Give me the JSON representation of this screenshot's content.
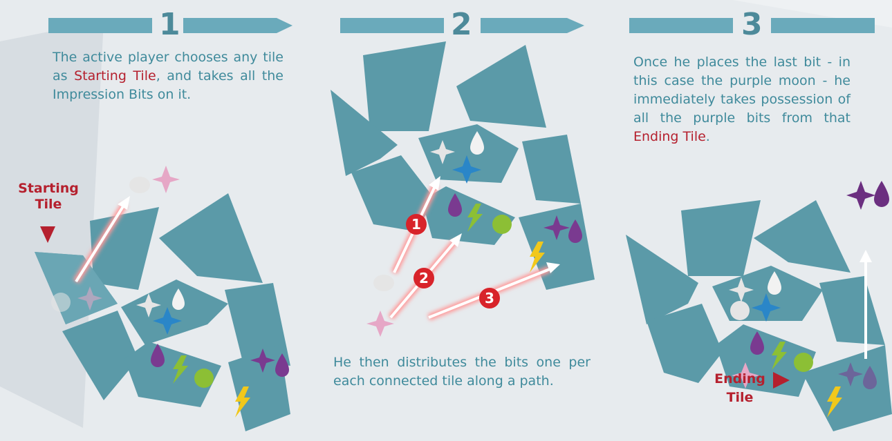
{
  "steps": [
    {
      "number": "1",
      "text_before": "The active player chooses any tile as ",
      "highlight": "Starting Tile",
      "text_after": ", and takes all the Impression Bits on it.",
      "label_line1": "Starting",
      "label_line2": "Tile"
    },
    {
      "number": "2",
      "text": "He then distributes the bits one per each connected tile along a path.",
      "markers": [
        "1",
        "2",
        "3"
      ]
    },
    {
      "number": "3",
      "text_before": "Once he places the last bit - in this case the purple moon - he immediately takes possession of all the purple bits from that ",
      "highlight": "Ending Tile",
      "text_after": ".",
      "label_line1": "Ending",
      "label_line2": "Tile"
    }
  ],
  "colors": {
    "tile": "#5b9aa8",
    "tile_dark": "#3d7684",
    "banner": "#6aaabb",
    "text": "#3f8a9b",
    "highlight": "#b5202e",
    "purple": "#6b2f80",
    "pink": "#e6a7c6",
    "white_bit": "#e5e5e5",
    "blue": "#2a86c8",
    "green": "#8cbf35",
    "yellow": "#f1c81b"
  }
}
